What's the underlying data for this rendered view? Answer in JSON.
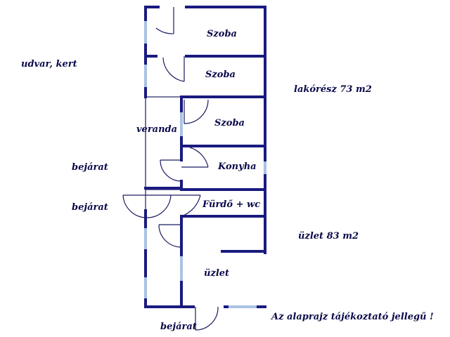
{
  "labels": {
    "udvar": "udvar, kert",
    "lakoresz": "lakórész 73 m2",
    "uzlet_area": "üzlet 83 m2",
    "bejarat_1": "bejárat",
    "bejarat_2": "bejárat",
    "bejarat_3": "bejárat",
    "veranda": "veranda",
    "szoba_1": "Szoba",
    "szoba_2": "Szoba",
    "szoba_3": "Szoba",
    "konyha": "Konyha",
    "furdo": "Fürdő + wc",
    "uzlet": "üzlet",
    "note": "Az alaprajz tájékoztató jellegű !"
  },
  "colors": {
    "wall": "#1a1a80",
    "thin_wall": "#2a2a6a",
    "door": "#1a1a60",
    "window": "#a9c4e4",
    "text": "#0a0a4a"
  }
}
